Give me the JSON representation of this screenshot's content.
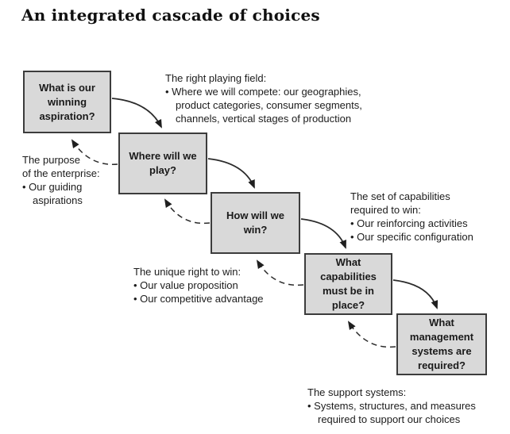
{
  "page": {
    "title": "An integrated cascade of choices"
  },
  "colors": {
    "box_fill": "#d9d9d9",
    "box_border": "#3c3c3c",
    "arrow": "#2b2b2b",
    "background": "#ffffff"
  },
  "boxes": [
    {
      "id": "winning-aspiration",
      "lines": [
        "What is our",
        "winning",
        "aspiration?"
      ]
    },
    {
      "id": "where-to-play",
      "lines": [
        "Where will we",
        "play?"
      ]
    },
    {
      "id": "how-to-win",
      "lines": [
        "How will we",
        "win?"
      ]
    },
    {
      "id": "capabilities",
      "lines": [
        "What",
        "capabilities",
        "must be in",
        "place?"
      ]
    },
    {
      "id": "management-systems",
      "lines": [
        "What",
        "management",
        "systems are",
        "required?"
      ]
    }
  ],
  "annotations": [
    {
      "id": "right-playing-field",
      "lines": [
        "The right playing field:",
        "• Where we will compete: our geographies,",
        "product categories, consumer segments,",
        "channels, vertical stages of production"
      ]
    },
    {
      "id": "purpose-of-enterprise",
      "lines": [
        "The purpose",
        "of the enterprise:",
        "• Our guiding",
        "aspirations"
      ]
    },
    {
      "id": "set-of-capabilities",
      "lines": [
        "The set of capabilities",
        "required to win:",
        "• Our reinforcing activities",
        "• Our specific configuration"
      ]
    },
    {
      "id": "unique-right-to-win",
      "lines": [
        "The unique right to win:",
        "• Our value proposition",
        "• Our competitive advantage"
      ]
    },
    {
      "id": "support-systems",
      "lines": [
        "The support systems:",
        "• Systems, structures, and measures",
        "required to support our choices"
      ]
    }
  ]
}
